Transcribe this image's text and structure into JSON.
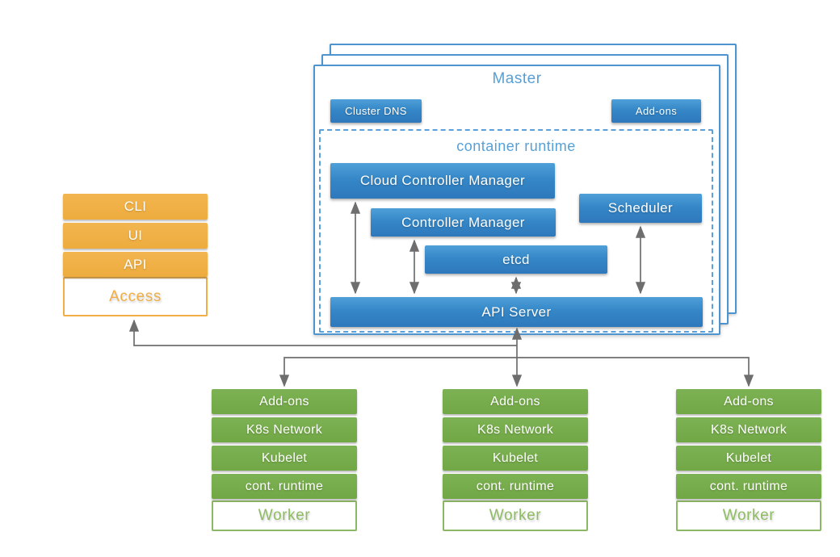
{
  "master": {
    "title": "Master",
    "badges": {
      "cluster_dns": "Cluster DNS",
      "add_ons": "Add-ons"
    },
    "container_runtime": {
      "title": "container runtime",
      "components": {
        "cloud_controller_manager": "Cloud Controller Manager",
        "controller_manager": "Controller Manager",
        "scheduler": "Scheduler",
        "etcd": "etcd",
        "api_server": "API Server"
      }
    },
    "stacked_copies": 3
  },
  "access_stack": {
    "rows": [
      "CLI",
      "UI",
      "API"
    ],
    "label": "Access"
  },
  "workers": {
    "count": 3,
    "rows": [
      "Add-ons",
      "K8s Network",
      "Kubelet",
      "cont. runtime"
    ],
    "label": "Worker"
  },
  "colors": {
    "component_blue_top": "#4FA0D9",
    "component_blue_bottom": "#2E78BC",
    "master_border_blue": "#4E94CE",
    "dashed_border_blue": "#5BA0DB",
    "heading_text_blue": "#58A0D6",
    "access_orange": "#F0AE45",
    "worker_green": "#76AB49",
    "worker_text_green": "#8FBC63",
    "arrow_gray": "#6E6E6E",
    "background": "#FFFFFF"
  }
}
